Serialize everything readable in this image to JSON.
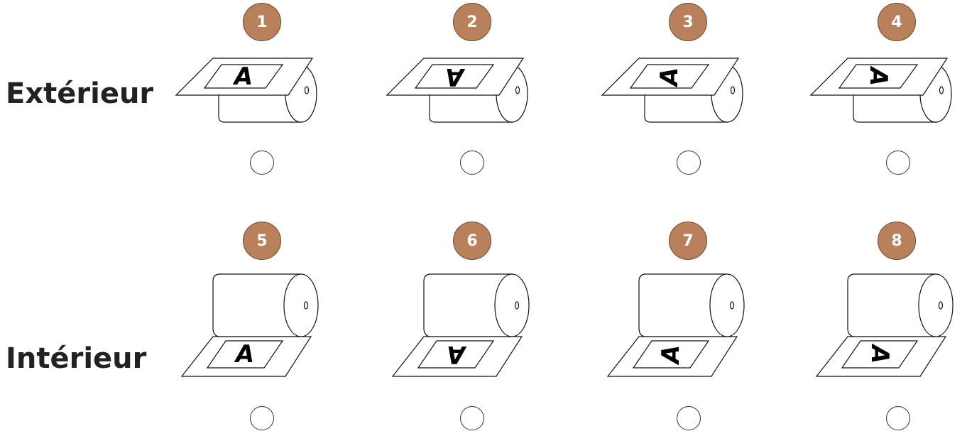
{
  "colors": {
    "badge": "#b9815b",
    "badge_border": "#6e4a30",
    "stroke": "#111111",
    "text": "#222222"
  },
  "rows": [
    {
      "label": "Extérieur",
      "options": [
        {
          "number": "1",
          "glyph": "A",
          "orientation": "upright",
          "selected": false
        },
        {
          "number": "2",
          "glyph": "A",
          "orientation": "upside-down",
          "selected": false
        },
        {
          "number": "3",
          "glyph": "A",
          "orientation": "rotated-left",
          "selected": false
        },
        {
          "number": "4",
          "glyph": "A",
          "orientation": "rotated-right",
          "selected": false
        }
      ]
    },
    {
      "label": "Intérieur",
      "options": [
        {
          "number": "5",
          "glyph": "A",
          "orientation": "upright",
          "selected": false
        },
        {
          "number": "6",
          "glyph": "A",
          "orientation": "upside-down",
          "selected": false
        },
        {
          "number": "7",
          "glyph": "A",
          "orientation": "rotated-left",
          "selected": false
        },
        {
          "number": "8",
          "glyph": "A",
          "orientation": "rotated-right",
          "selected": false
        }
      ]
    }
  ]
}
